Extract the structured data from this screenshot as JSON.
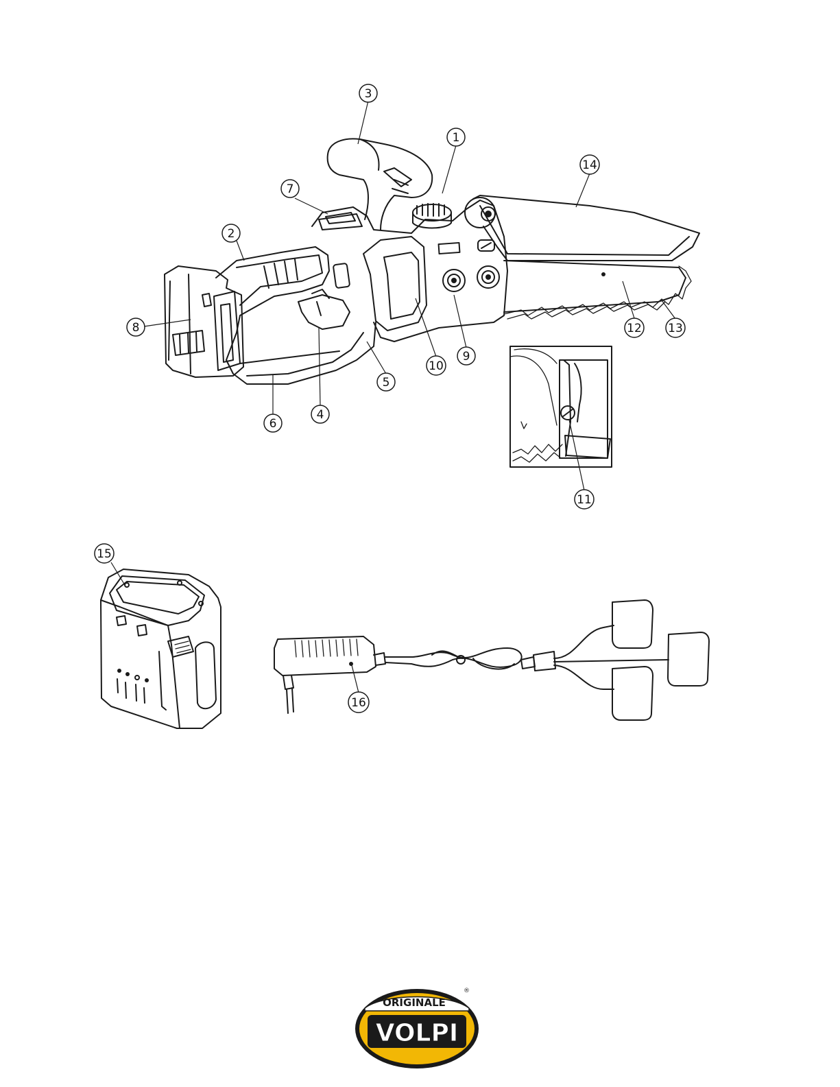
{
  "callouts": [
    {
      "id": "c1",
      "label": "1"
    },
    {
      "id": "c2",
      "label": "2"
    },
    {
      "id": "c3",
      "label": "3"
    },
    {
      "id": "c4",
      "label": "4"
    },
    {
      "id": "c5",
      "label": "5"
    },
    {
      "id": "c6",
      "label": "6"
    },
    {
      "id": "c7",
      "label": "7"
    },
    {
      "id": "c8",
      "label": "8"
    },
    {
      "id": "c9",
      "label": "9"
    },
    {
      "id": "c10",
      "label": "10"
    },
    {
      "id": "c11",
      "label": "11"
    },
    {
      "id": "c12",
      "label": "12"
    },
    {
      "id": "c13",
      "label": "13"
    },
    {
      "id": "c14",
      "label": "14"
    },
    {
      "id": "c15",
      "label": "15"
    },
    {
      "id": "c16",
      "label": "16"
    }
  ],
  "logo": {
    "top_text": "ORIGINALE",
    "main_text": "VOLPI",
    "reg_mark": "®",
    "color_yellow": "#f2b705",
    "color_dark": "#1a1a1a"
  }
}
